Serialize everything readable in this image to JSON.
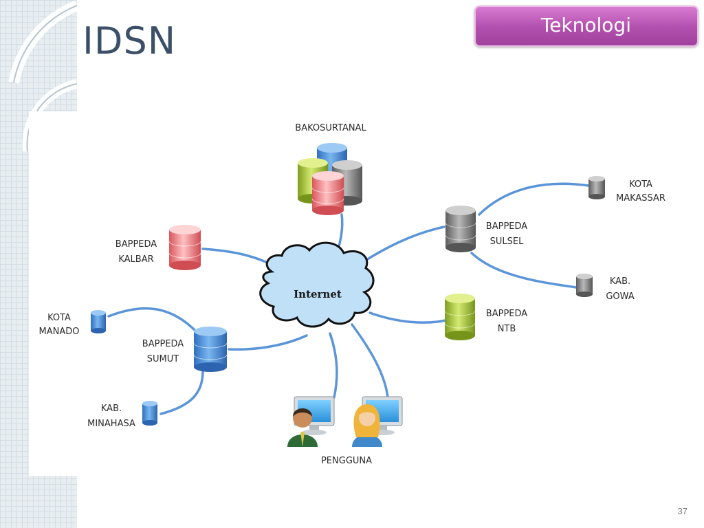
{
  "slide": {
    "title": "IDSN",
    "tag_label": "Teknologi",
    "page_number": "37"
  },
  "diagram": {
    "cloud_label": "Internet",
    "nodes": {
      "bakosurtanal": [
        "BAKOSURTANAL"
      ],
      "kalbar": [
        "BAPPEDA",
        "KALBAR"
      ],
      "manado": [
        "KOTA",
        "MANADO"
      ],
      "sumut": [
        "BAPPEDA",
        "SUMUT"
      ],
      "minahasa": [
        "KAB.",
        "MINAHASA"
      ],
      "makassar": [
        "KOTA",
        "MAKASSAR"
      ],
      "sulsel": [
        "BAPPEDA",
        "SULSEL"
      ],
      "gowa": [
        "KAB.",
        "GOWA"
      ],
      "ntb": [
        "BAPPEDA",
        "NTB"
      ],
      "pengguna": [
        "PENGGUNA"
      ]
    },
    "colors": {
      "blue": "#4a8fd6",
      "gray": "#8a8a8a",
      "green": "#a9c93a",
      "red": "#f0868a",
      "link": "#5b95d9",
      "cloud": "#bfe0f7"
    }
  }
}
